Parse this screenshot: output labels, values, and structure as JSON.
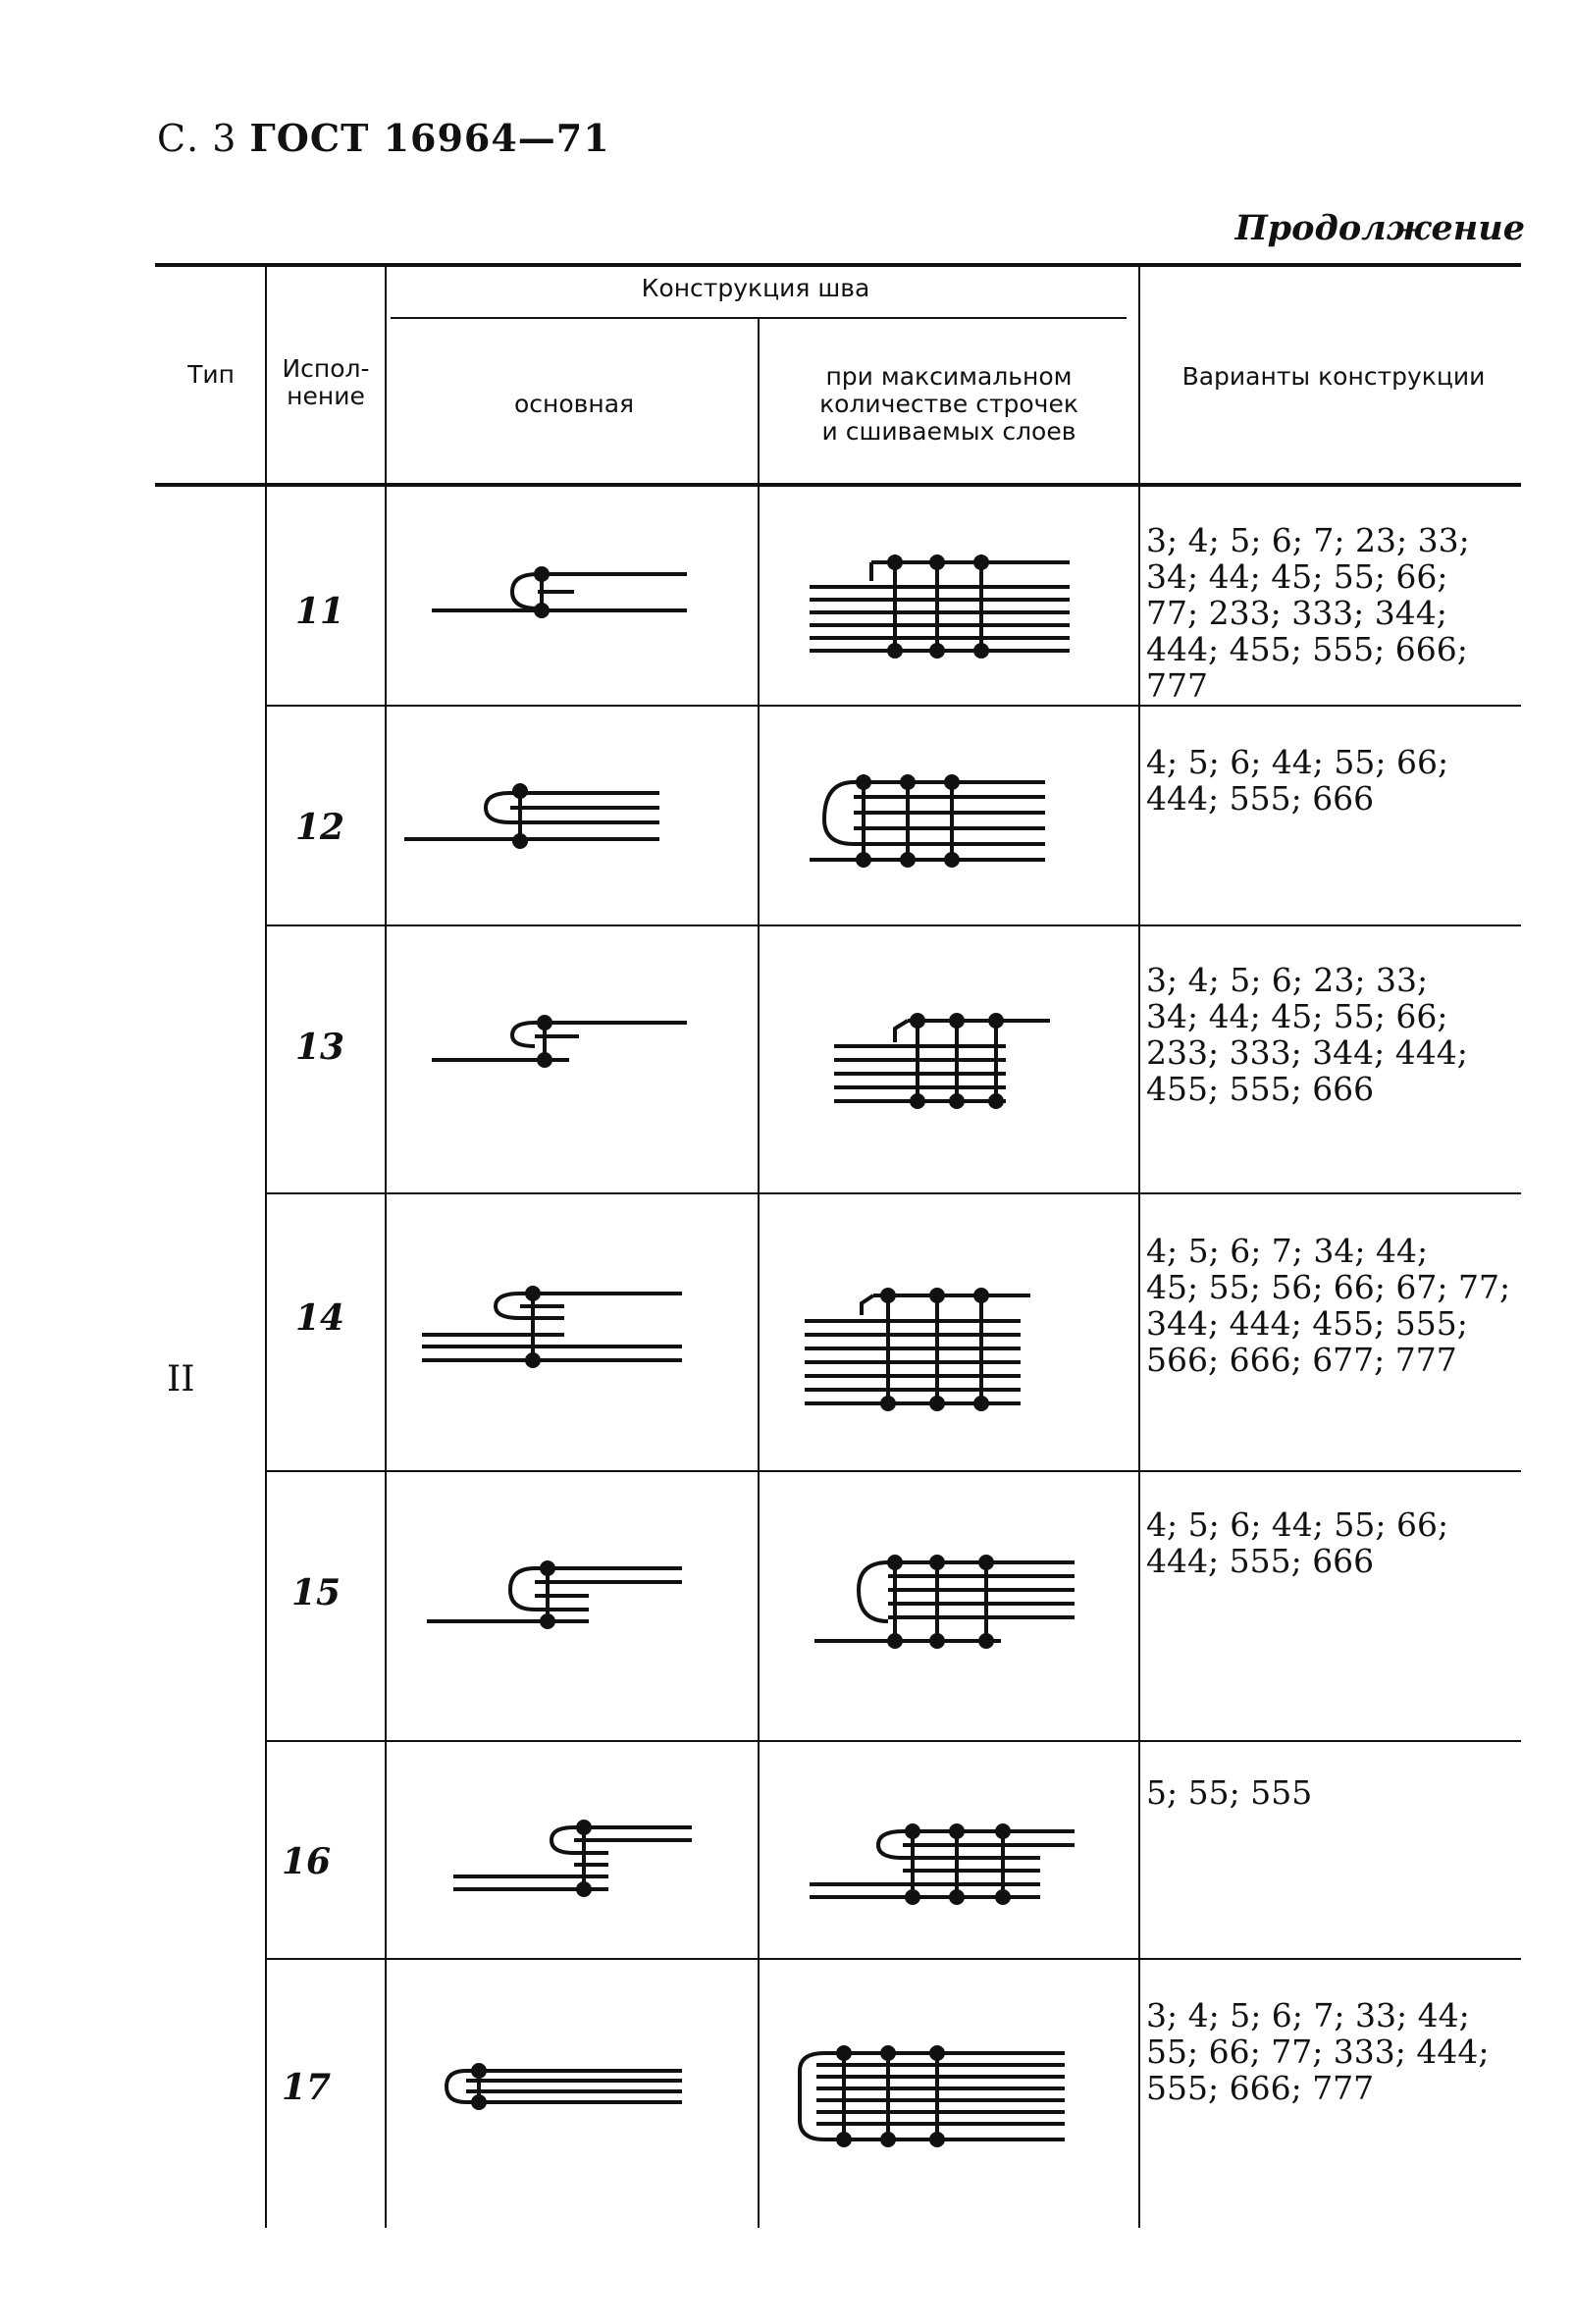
{
  "header": {
    "page": "С. 3",
    "standard": "ГОСТ 16964—71"
  },
  "continuation": "Продолжение",
  "columns": {
    "type": "Тип",
    "execution": "Испол-\nнение",
    "construction": "Конструкция шва",
    "basic": "основная",
    "maximal": "при максимальном\nколичестве строчек\nи сшиваемых слоев",
    "variants": "Варианты конструкции"
  },
  "type_value": "II",
  "rows": [
    {
      "num": "11",
      "variants": "3; 4; 5; 6; 7; 23; 33;\n34; 44; 45; 55; 66;\n77; 233; 333; 344;\n444; 455; 555; 666;\n777"
    },
    {
      "num": "12",
      "variants": "4; 5; 6; 44; 55; 66;\n444; 555; 666"
    },
    {
      "num": "13",
      "variants": "3; 4; 5; 6; 23; 33;\n34; 44; 45; 55; 66;\n233; 333; 344; 444;\n455; 555; 666"
    },
    {
      "num": "14",
      "variants": "4; 5; 6; 7; 34; 44;\n45; 55; 56; 66; 67; 77;\n344; 444; 455; 555;\n566; 666; 677; 777"
    },
    {
      "num": "15",
      "variants": "4; 5; 6; 44; 55; 66;\n444; 555; 666"
    },
    {
      "num": "16",
      "variants": "5; 55; 555"
    },
    {
      "num": "17",
      "variants": "3; 4; 5; 6; 7; 33; 44;\n55; 66; 77; 333; 444;\n555; 666; 777"
    }
  ]
}
